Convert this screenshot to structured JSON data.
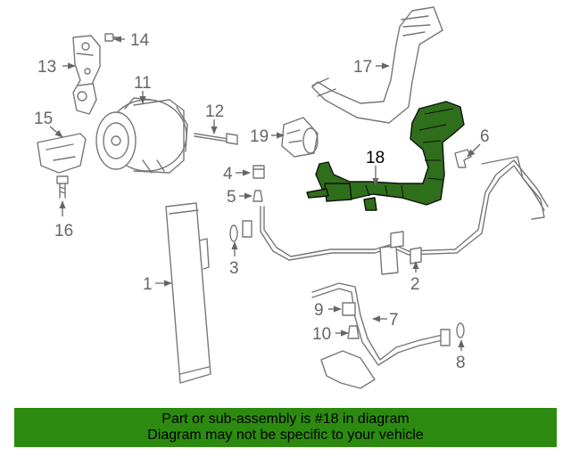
{
  "callouts": {
    "n1": "1",
    "n2": "2",
    "n3": "3",
    "n4": "4",
    "n5": "5",
    "n6": "6",
    "n7": "7",
    "n8": "8",
    "n9": "9",
    "n10": "10",
    "n11": "11",
    "n12": "12",
    "n13": "13",
    "n14": "14",
    "n15": "15",
    "n16": "16",
    "n17": "17",
    "n18": "18",
    "n19": "19"
  },
  "banner": {
    "line1": "Part or sub-assembly is #18 in diagram",
    "line2": "Diagram may not be specific to your vehicle"
  },
  "colors": {
    "highlight_part": "#2f6e1a",
    "banner_background": "#2d8a10",
    "line_art": "#777777"
  }
}
